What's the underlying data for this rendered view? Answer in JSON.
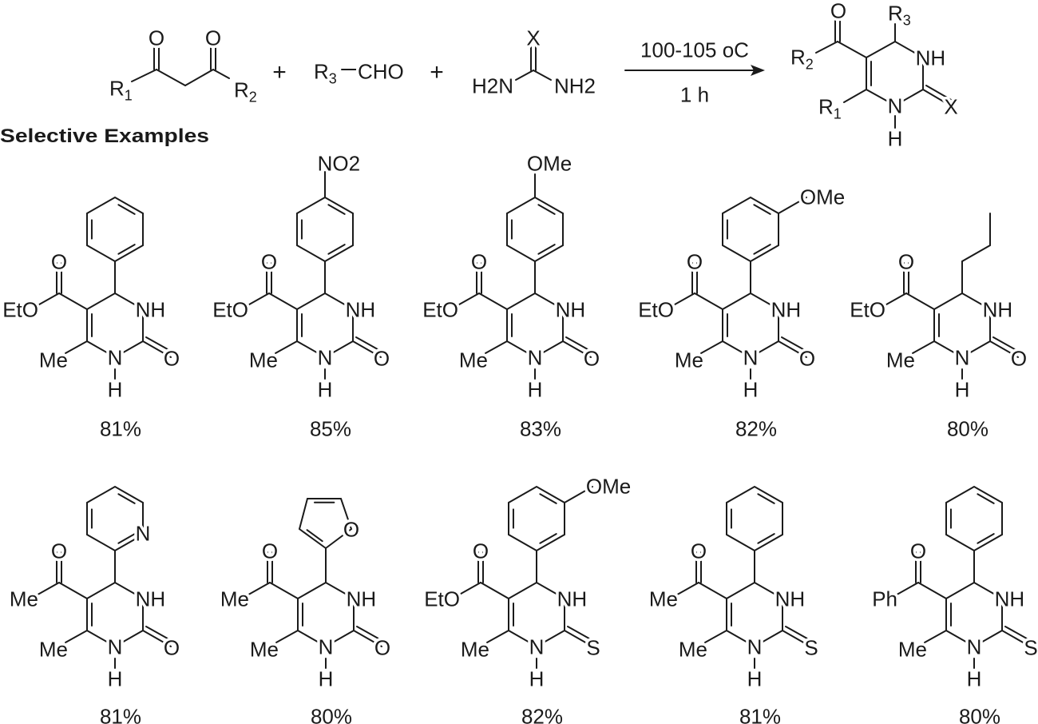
{
  "scheme": {
    "diketone": {
      "o1": "O",
      "o2": "O",
      "r1": "R1",
      "r2": "R2"
    },
    "plus": "+",
    "aldehyde": {
      "r3": "R3",
      "cho": "CHO"
    },
    "urea": {
      "x": "X",
      "h2n": "H2N",
      "nh2": "NH2"
    },
    "conditions": {
      "temperature": "100-105 oC",
      "time": "1 h"
    },
    "product": {
      "o": "O",
      "r1": "R1",
      "r2": "R2",
      "r3": "R3",
      "nh": "NH",
      "n": "N",
      "h": "H",
      "x": "X"
    }
  },
  "section_title": "Selective Examples",
  "ring_labels": {
    "nh": "NH",
    "n": "N",
    "h": "H",
    "me": "Me",
    "carbonyl_o": "O"
  },
  "substituent_labels": {
    "no2": "NO2",
    "ome": "OMe",
    "pyridine_n": "N",
    "furan_o": "O"
  },
  "examples": [
    {
      "acyl_group": "EtO",
      "c2_atom": "O",
      "c4_substituent": "phenyl",
      "yield": "81%"
    },
    {
      "acyl_group": "EtO",
      "c2_atom": "O",
      "c4_substituent": "4-nitrophenyl",
      "yield": "85%"
    },
    {
      "acyl_group": "EtO",
      "c2_atom": "O",
      "c4_substituent": "4-methoxyphenyl",
      "yield": "83%"
    },
    {
      "acyl_group": "EtO",
      "c2_atom": "O",
      "c4_substituent": "3-methoxyphenyl",
      "yield": "82%"
    },
    {
      "acyl_group": "EtO",
      "c2_atom": "O",
      "c4_substituent": "propyl",
      "yield": "80%"
    },
    {
      "acyl_group": "Me",
      "c2_atom": "O",
      "c4_substituent": "2-pyridyl",
      "yield": "81%"
    },
    {
      "acyl_group": "Me",
      "c2_atom": "O",
      "c4_substituent": "2-furyl",
      "yield": "80%"
    },
    {
      "acyl_group": "EtO",
      "c2_atom": "S",
      "c4_substituent": "3-methoxyphenyl",
      "yield": "82%"
    },
    {
      "acyl_group": "Me",
      "c2_atom": "S",
      "c4_substituent": "phenyl",
      "yield": "81%"
    },
    {
      "acyl_group": "Ph",
      "c2_atom": "S",
      "c4_substituent": "phenyl",
      "yield": "80%"
    }
  ]
}
